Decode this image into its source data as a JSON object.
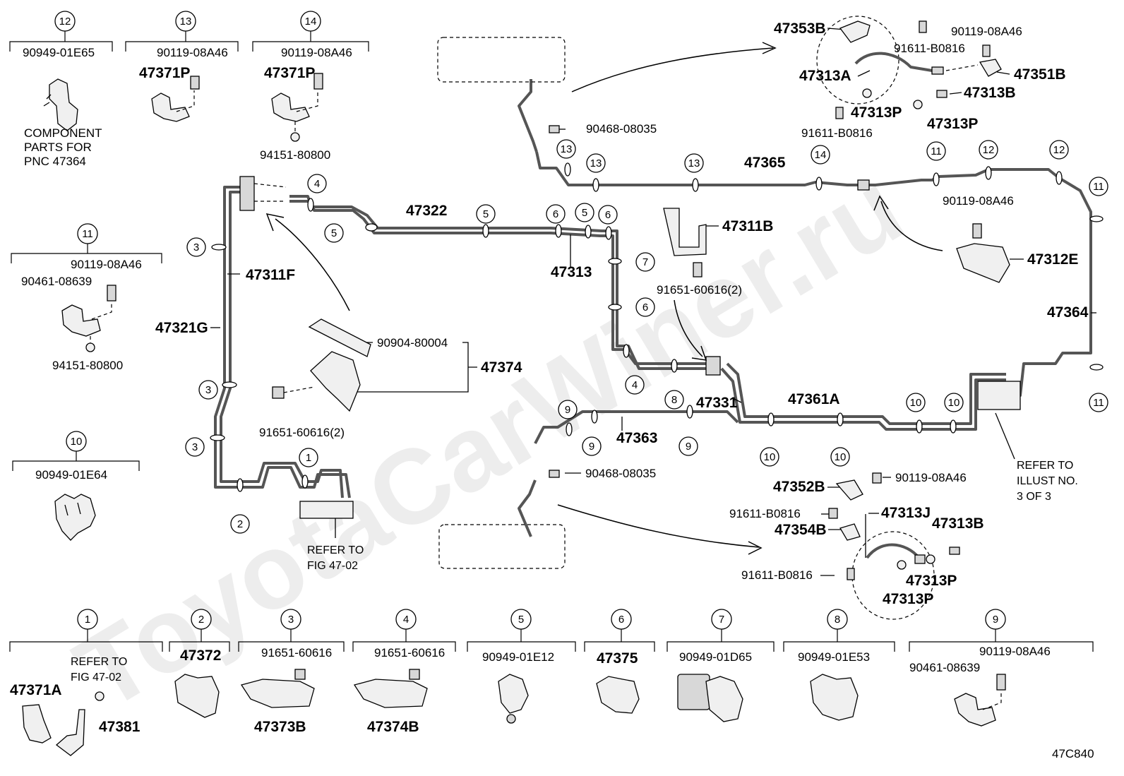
{
  "watermark": "ToyotaCarWiner.ru",
  "figure_code": "47C840",
  "callouts": {
    "c12": "12",
    "c13": "13",
    "c14": "14",
    "c11": "11",
    "c10": "10",
    "c1": "1",
    "c2": "2",
    "c3": "3",
    "c4": "4",
    "c5": "5",
    "c6": "6",
    "c7": "7",
    "c8": "8",
    "c9": "9"
  },
  "legend_top": {
    "box12_part": "90949-01E65",
    "box12_note": [
      "COMPONENT",
      "PARTS FOR",
      "PNC 47364"
    ],
    "box13_bolt": "90119-08A46",
    "box13_clamp": "47371P",
    "box14_bolt": "90119-08A46",
    "box14_clamp": "47371P",
    "box14_nut": "94151-80800",
    "box11_bolt": "90119-08A46",
    "box11_clamp": "90461-08639",
    "box11_nut": "94151-80800",
    "box10_part": "90949-01E64"
  },
  "main": {
    "p47353B": "47353B",
    "p90119_top": "90119-08A46",
    "p91611_a": "91611-B0816",
    "p47313A": "47313A",
    "p47351B": "47351B",
    "p47313B_top": "47313B",
    "p47313P_a": "47313P",
    "p47313P_b": "47313P",
    "p91611_b": "91611-B0816",
    "p90468_top": "90468-08035",
    "p47365": "47365",
    "p90119_mid": "90119-08A46",
    "p47312E": "47312E",
    "p47364": "47364",
    "p47311B": "47311B",
    "p91651_mid": "91651-60616(2)",
    "p47322": "47322",
    "p47313": "47313",
    "p47311F": "47311F",
    "p47321G": "47321G",
    "p90904": "90904-80004",
    "p47374": "47374",
    "p91651_low": "91651-60616(2)",
    "p47331": "47331",
    "p47361A": "47361A",
    "p47363": "47363",
    "p90468_low": "90468-08035",
    "refer_illust": [
      "REFER TO",
      "ILLUST NO.",
      "3 OF 3"
    ],
    "p47352B": "47352B",
    "p90119_low": "90119-08A46",
    "p91611_c": "91611-B0816",
    "p47313J": "47313J",
    "p47354B": "47354B",
    "p47313B_low": "47313B",
    "p47313P_c": "47313P",
    "p47313P_d": "47313P",
    "p91611_d": "91611-B0816",
    "refer_fig": [
      "REFER TO",
      "FIG 47-02"
    ]
  },
  "legend_bottom": {
    "b1_note": [
      "REFER TO",
      "FIG 47-02"
    ],
    "b1_clamp": "47371A",
    "b1_bracket": "47381",
    "b2_part": "47372",
    "b3_bolt": "91651-60616",
    "b3_clamp": "47373B",
    "b4_bolt": "91651-60616",
    "b4_clamp": "47374B",
    "b5_part": "90949-01E12",
    "b6_part": "47375",
    "b7_part": "90949-01D65",
    "b8_part": "90949-01E53",
    "b9_bolt": "90119-08A46",
    "b9_clamp": "90461-08639"
  }
}
